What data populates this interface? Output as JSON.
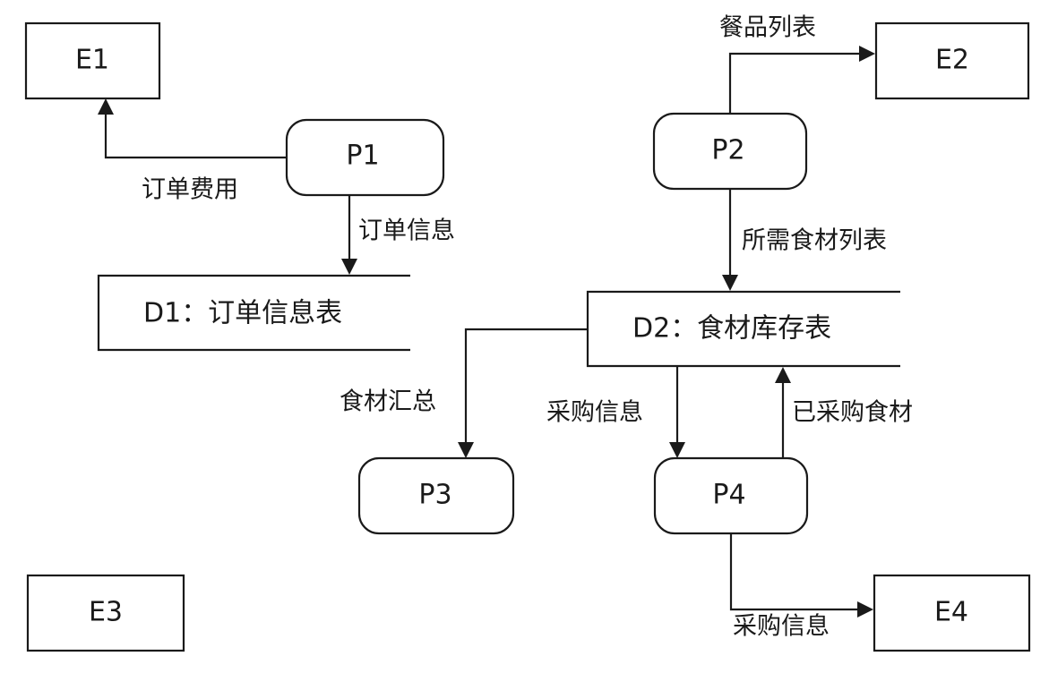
{
  "diagram": {
    "type": "data-flow-diagram",
    "entities": [
      {
        "id": "E1",
        "label": "E1"
      },
      {
        "id": "E2",
        "label": "E2"
      },
      {
        "id": "E3",
        "label": "E3"
      },
      {
        "id": "E4",
        "label": "E4"
      }
    ],
    "processes": [
      {
        "id": "P1",
        "label": "P1"
      },
      {
        "id": "P2",
        "label": "P2"
      },
      {
        "id": "P3",
        "label": "P3"
      },
      {
        "id": "P4",
        "label": "P4"
      }
    ],
    "stores": [
      {
        "id": "D1",
        "label": "D1：订单信息表"
      },
      {
        "id": "D2",
        "label": "D2：食材库存表"
      }
    ],
    "flows": [
      {
        "from": "P1",
        "to": "E1",
        "label": "订单费用"
      },
      {
        "from": "P1",
        "to": "D1",
        "label": "订单信息"
      },
      {
        "from": "P2",
        "to": "E2",
        "label": "餐品列表"
      },
      {
        "from": "P2",
        "to": "D2",
        "label": "所需食材列表"
      },
      {
        "from": "D2",
        "to": "P3",
        "label": "食材汇总"
      },
      {
        "from": "D2",
        "to": "P4",
        "label": "采购信息"
      },
      {
        "from": "P4",
        "to": "D2",
        "label": "已采购食材"
      },
      {
        "from": "P4",
        "to": "E4",
        "label": "采购信息"
      }
    ]
  }
}
